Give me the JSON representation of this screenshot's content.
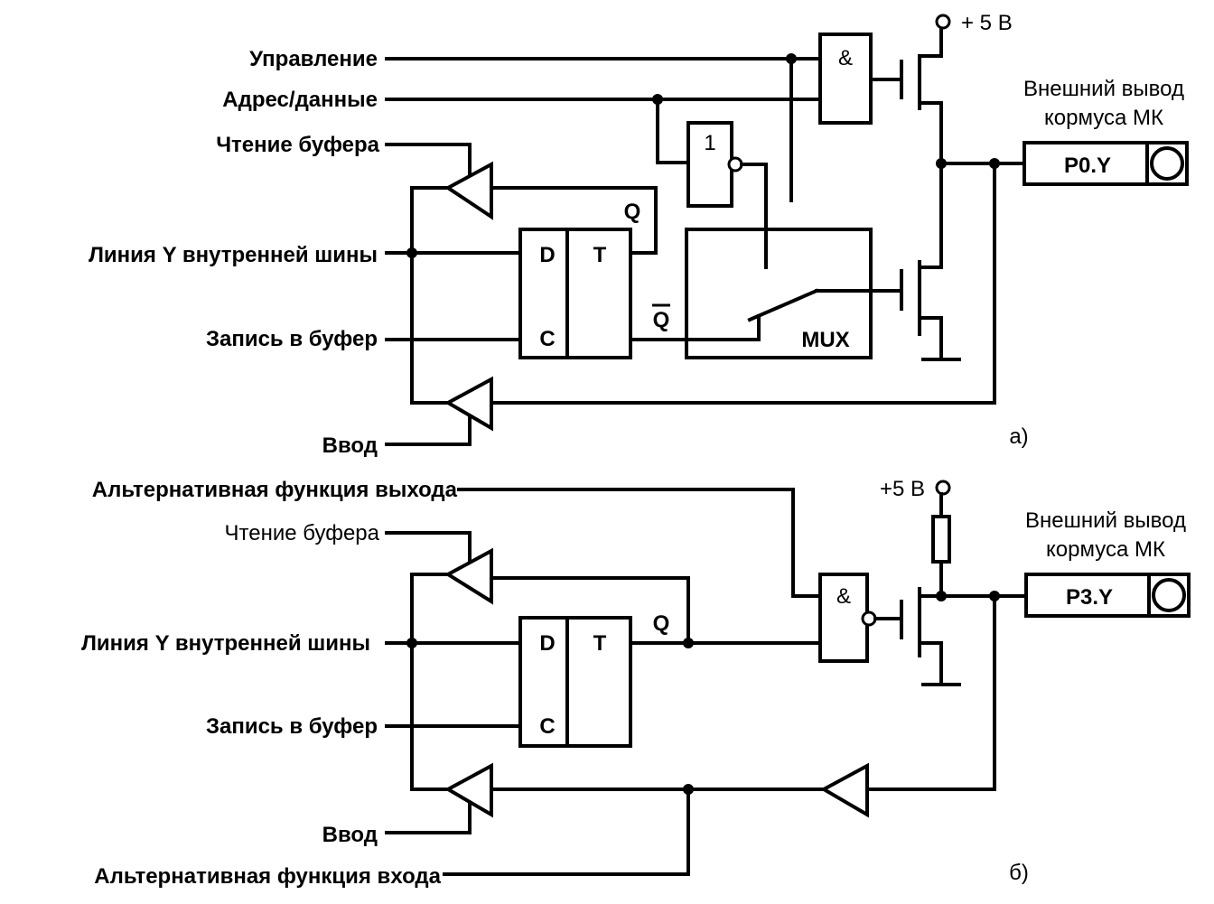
{
  "diagram_a": {
    "labels": {
      "control": "Управление",
      "addr_data": "Адрес/данные",
      "read_buffer": "Чтение буфера",
      "bus_line": "Линия Y внутренней шины",
      "write_buffer": "Запись в буфер",
      "input": "Ввод",
      "supply": "+ 5 В",
      "pin_caption_1": "Внешний вывод",
      "pin_caption_2": "кормуса МК",
      "pin_name": "P0.Y",
      "and_gate": "&",
      "not_gate": "1",
      "latch_d": "D",
      "latch_t": "T",
      "latch_c": "C",
      "latch_q": "Q",
      "latch_nq": "Q",
      "mux": "MUX",
      "caption": "а)"
    }
  },
  "diagram_b": {
    "labels": {
      "alt_out": "Альтернативная функция выхода",
      "read_buffer": "Чтение буфера",
      "bus_line": "Линия Y внутренней шины",
      "write_buffer": "Запись в буфер",
      "input": "Ввод",
      "alt_in": "Альтернативная функция входа",
      "supply": "+5 В",
      "pin_caption_1": "Внешний вывод",
      "pin_caption_2": "кормуса МК",
      "pin_name": "P3.Y",
      "nand_gate": "&",
      "latch_d": "D",
      "latch_t": "T",
      "latch_c": "C",
      "latch_q": "Q",
      "caption": "б)"
    }
  }
}
